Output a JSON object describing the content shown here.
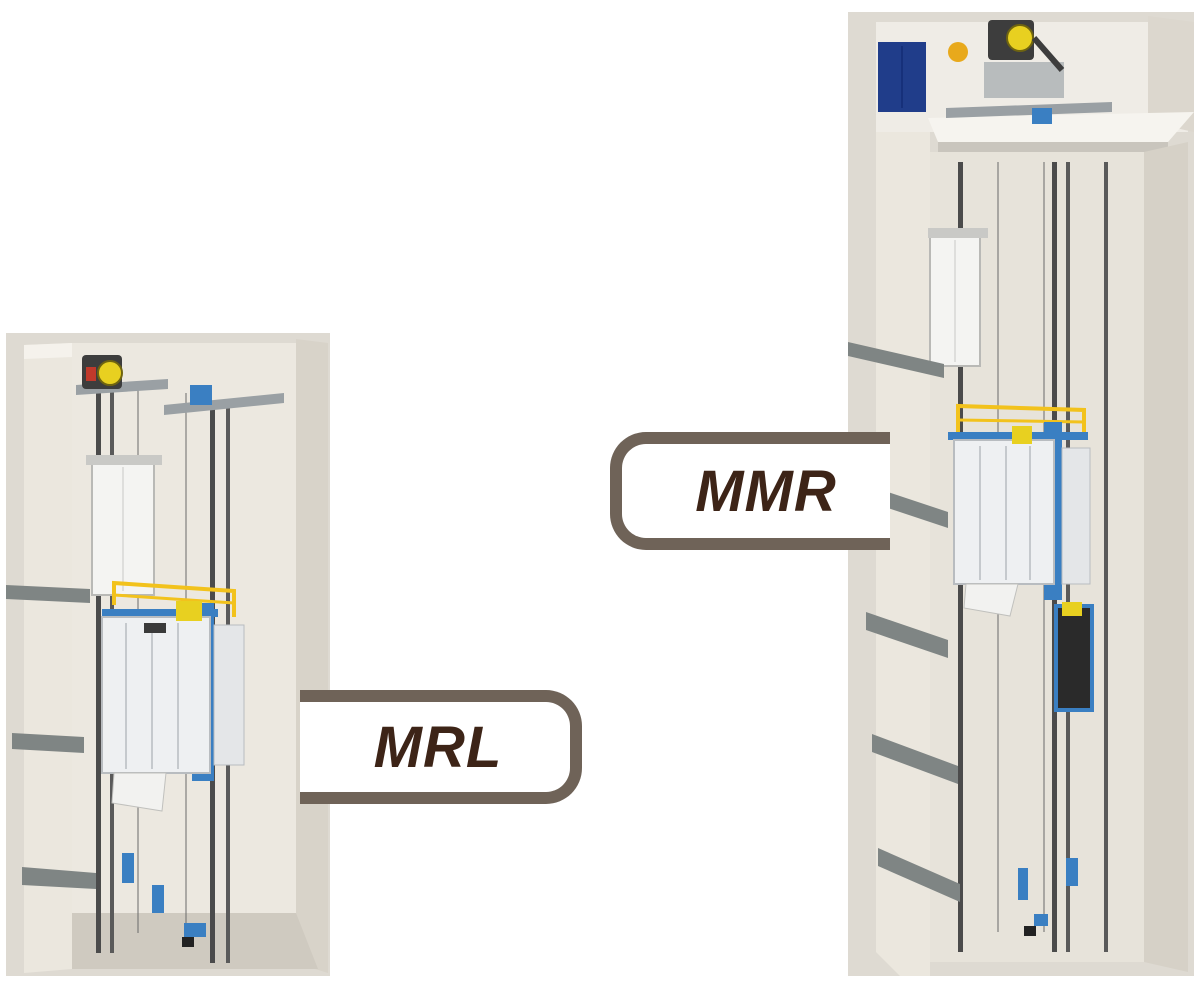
{
  "labels": {
    "mrl": "MRL",
    "mmr": "MMR"
  },
  "colors": {
    "label_border": "#6f6358",
    "label_text": "#3d2417",
    "shaft_wall": "#e6e2d8",
    "car_frame": "#3a7fc2",
    "safety_rail": "#f2c21c",
    "machine_yellow": "#e8d020",
    "slab_granite": "#7f8584"
  },
  "icons": {
    "mrl_illustration": "elevator-shaft-machine-room-less",
    "mmr_illustration": "elevator-shaft-with-machine-room"
  }
}
